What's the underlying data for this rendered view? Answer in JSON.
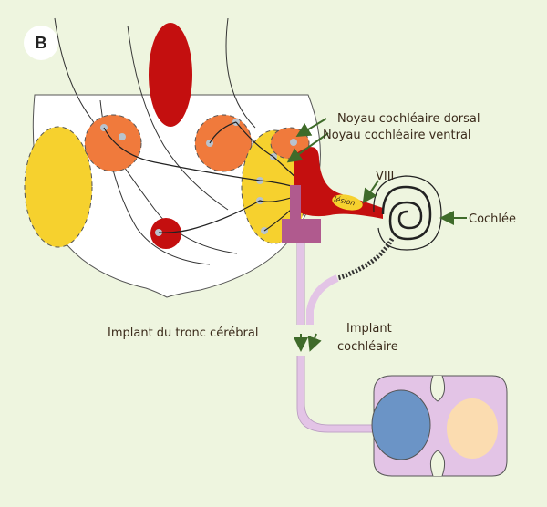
{
  "panel_letter": "B",
  "labels": {
    "dorsal_nucleus": "Noyau cochléaire dorsal",
    "ventral_nucleus": "Noyau cochléaire ventral",
    "nerve": "VIII",
    "lesion": "lésion",
    "cochlea": "Cochlée",
    "brainstem_implant": "Implant du tronc cérébral",
    "cochlear_implant_line1": "Implant",
    "cochlear_implant_line2": "cochléaire"
  },
  "colors": {
    "background": "#eef5df",
    "dark_red": "#c40f0f",
    "orange": "#f07a3c",
    "yellow": "#f6d12e",
    "implant_magenta": "#b05a8e",
    "implant_lilac": "#e3c4e6",
    "processor_blue": "#6b94c6",
    "processor_peach": "#fbdcb0",
    "arrow_green": "#3f6b2a"
  }
}
